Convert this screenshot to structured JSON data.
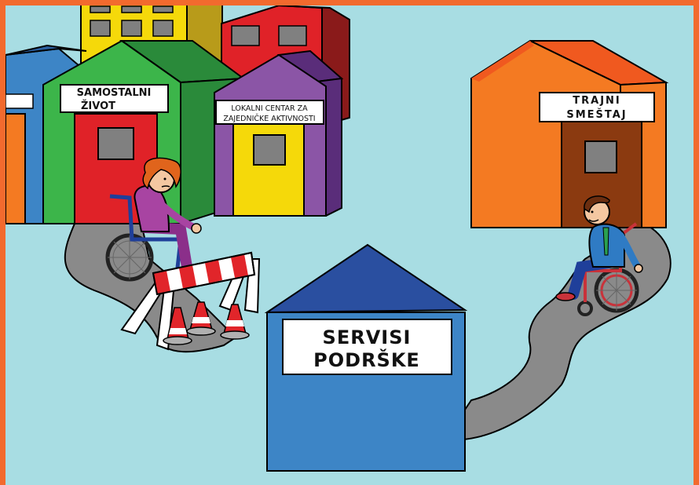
{
  "signs": {
    "samostalni_line1": "SAMOSTALNI",
    "samostalni_line2": "ŽIVOT",
    "lokalni_line1": "LOKALNI CENTAR ZA",
    "lokalni_line2": "ZAJEDNIČKE AKTIVNOSTI",
    "trajni_line1": "TRAJNI",
    "trajni_line2": "SMEŠTAJ",
    "servisi_line1": "SERVISI",
    "servisi_line2": "PODRŠKE"
  },
  "colors": {
    "frame": "#f26a2e",
    "background": "#a8dde3",
    "road": "#8a8a8a",
    "green_house": "#3cb54a",
    "purple_house": "#8b55a6",
    "red_house": "#e02228",
    "yellow_house": "#f5d90a",
    "orange_house": "#f47a22",
    "blue_house": "#3d85c6",
    "barrier_red": "#e1252a",
    "cone_red": "#e1252a"
  },
  "icons": [
    "woman-wheelchair-user",
    "man-wheelchair-user",
    "road-barrier",
    "traffic-cone"
  ]
}
